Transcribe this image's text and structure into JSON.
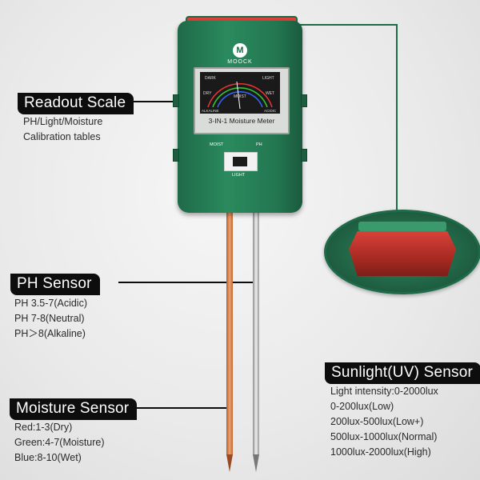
{
  "device": {
    "brand": "MOOCK",
    "meter_title": "3-IN-1 Moisture Meter",
    "scale_labels": {
      "dark": "DARK",
      "light": "LIGHT",
      "dry": "DRY",
      "wet": "WET",
      "moist": "MOIST",
      "alkaline": "ALKALINE",
      "acidic": "ACIDIC"
    },
    "switch_labels": {
      "moist": "MOIST",
      "ph": "PH",
      "light": "LIGHT"
    }
  },
  "readout": {
    "title": "Readout Scale",
    "lines": [
      "PH/Light/Moisture",
      "Calibration tables"
    ]
  },
  "ph": {
    "title": "PH Sensor",
    "lines": [
      "PH 3.5-7(Acidic)",
      "PH 7-8(Neutral)",
      "PH＞8(Alkaline)"
    ]
  },
  "moisture": {
    "title": "Moisture Sensor",
    "lines": [
      "Red:1-3(Dry)",
      "Green:4-7(Moisture)",
      "Blue:8-10(Wet)"
    ]
  },
  "sunlight": {
    "title": "Sunlight(UV) Sensor",
    "lines": [
      "Light intensity:0-2000lux",
      "0-200lux(Low)",
      "200lux-500lux(Low+)",
      "500lux-1000lux(Normal)",
      "1000lux-2000lux(High)"
    ]
  },
  "colors": {
    "body_green": "#237650",
    "cap_red": "#c9302a",
    "label_bg": "#0d0d0d"
  }
}
